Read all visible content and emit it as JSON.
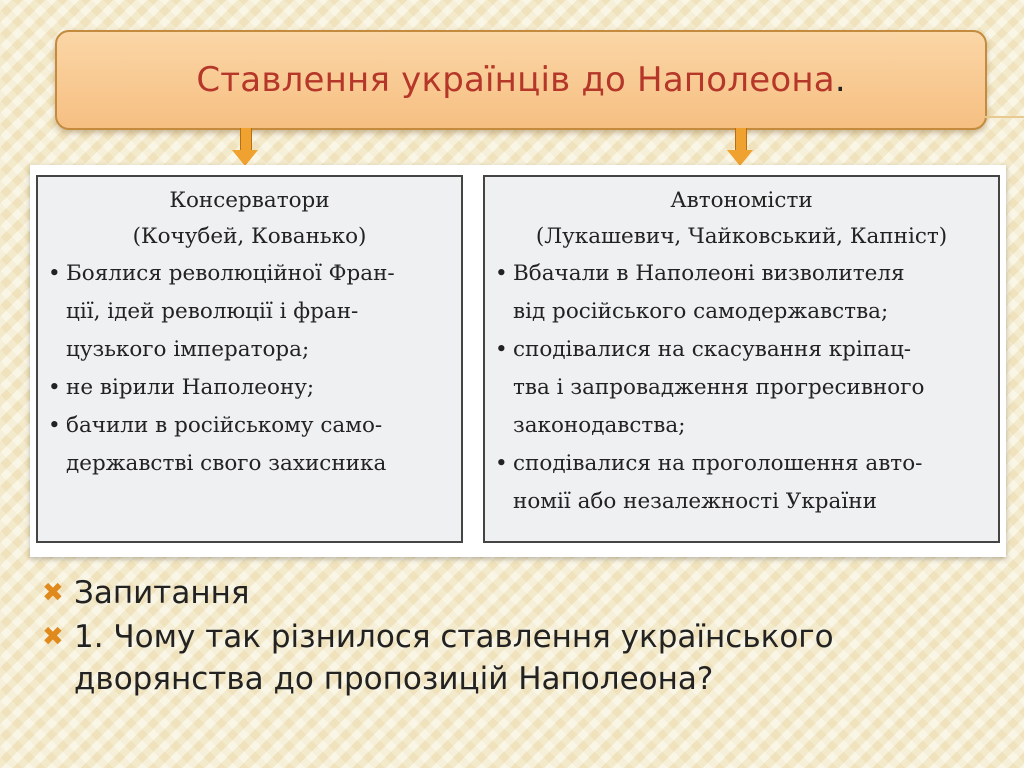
{
  "title": {
    "text": "Ставлення українців до Наполеона",
    "dot": "."
  },
  "table": {
    "left": {
      "heading": "Консерватори",
      "subheading": "(Кочубей, Кованько)",
      "lines": [
        "Боялися революційної Фран-\nції, ідей революції і фран-\nцузького імператора;",
        "не вірили Наполеону;",
        "бачили в російському само-\nдержавстві свого захисника"
      ]
    },
    "right": {
      "heading": "Автономісти",
      "subheading": "(Лукашевич, Чайковський, Капніст)",
      "lines": [
        "Вбачали в Наполеоні визволителя\nвід російського самодержавства;",
        "сподівалися на скасування кріпац-\nтва і запровадження прогресивного\nзаконодавства;",
        "сподівалися на проголошення авто-\nномії або незалежності України"
      ]
    }
  },
  "questions": {
    "bullet_icon": "x-mark-icon",
    "accent_color": "#e08a1e",
    "items": [
      "Запитання",
      "1. Чому так різнилося ставлення українського дворянства до пропозицій Наполеона?"
    ]
  },
  "colors": {
    "title_text": "#b5372a",
    "title_box": "#f6bf82",
    "arrow": "#f0a230"
  }
}
